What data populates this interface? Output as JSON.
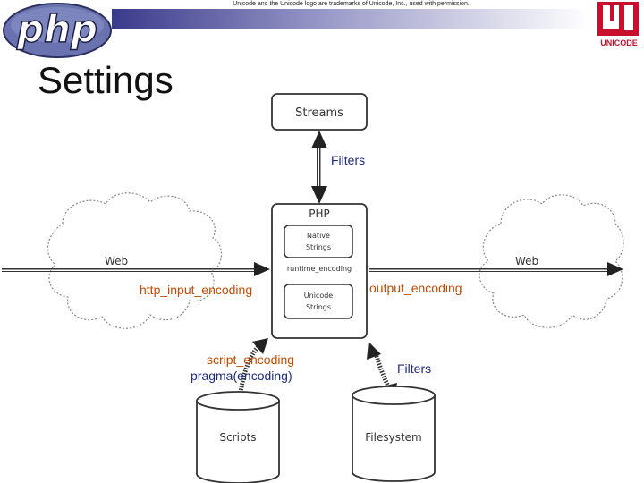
{
  "header": {
    "trademark_text": "Unicode and the Unicode logo are trademarks of Unicode, Inc., used with permission.",
    "php_logo_text": "php",
    "unicode_logo_text": "UNICODE"
  },
  "slide": {
    "title": "Settings"
  },
  "diagram": {
    "streams_label": "Streams",
    "filters_top_label": "Filters",
    "php_label": "PHP",
    "native_strings_line1": "Native",
    "native_strings_line2": "Strings",
    "runtime_encoding_label": "runtime_encoding",
    "unicode_strings_line1": "Unicode",
    "unicode_strings_line2": "Strings",
    "web_left_label": "Web",
    "web_right_label": "Web",
    "http_input_encoding_label": "http_input_encoding",
    "output_encoding_label": "output_encoding",
    "script_encoding_label": "script_encoding",
    "pragma_encoding_label": "pragma(encoding)",
    "filters_bottom_label": "Filters",
    "scripts_label": "Scripts",
    "filesystem_label": "Filesystem"
  },
  "colors": {
    "navy": "#1f2a7a",
    "orange": "#c04a00",
    "php_blue": "#6a73b0"
  }
}
